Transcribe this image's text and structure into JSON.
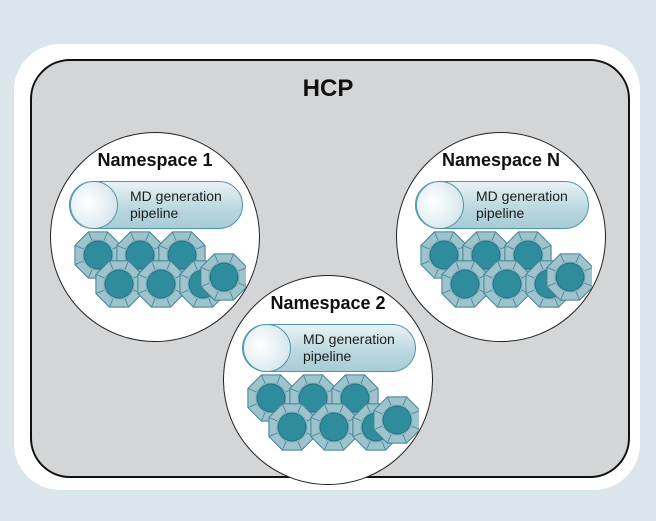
{
  "title": "HCP",
  "pipeline": {
    "line1": "MD generation",
    "line2": "pipeline"
  },
  "namespaces": [
    {
      "label": "Namespace 1"
    },
    {
      "label": "Namespace 2"
    },
    {
      "label": "Namespace N"
    }
  ],
  "colors": {
    "background": "#dbe6ec",
    "hcp_box": "#d4d5d6",
    "cell_outer": "#9ec3cd",
    "cell_inner": "#2f8c9c",
    "cell_stroke": "#3f8293"
  },
  "icons": {
    "cell": "octagon-cell-icon"
  }
}
